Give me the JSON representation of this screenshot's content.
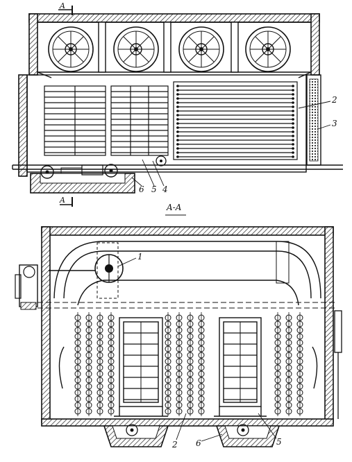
{
  "view_top": {
    "section_mark_top": "A",
    "section_mark_bottom": "A",
    "callouts": [
      "2",
      "3",
      "6",
      "5",
      "4"
    ]
  },
  "view_section": {
    "title": "A-A",
    "callouts": [
      "1",
      "2",
      "6",
      "5"
    ]
  },
  "colors": {
    "ink": "#111111",
    "paper": "#ffffff"
  }
}
